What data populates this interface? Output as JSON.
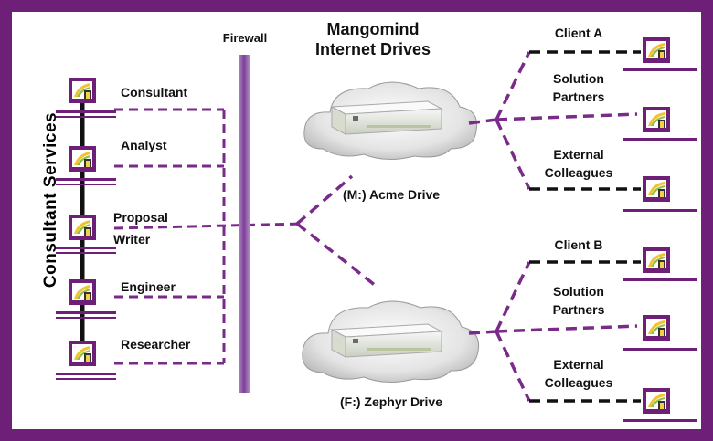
{
  "diagram": {
    "title_line1": "Mangomind",
    "title_line2": "Internet Drives",
    "vertical_title": "Consultant Services",
    "firewall_label": "Firewall",
    "roles": [
      "Consultant",
      "Analyst",
      "Proposal",
      "Writer",
      "Engineer",
      "Researcher"
    ],
    "drive_m_label": "(M:) Acme Drive",
    "drive_f_label": "(F:) Zephyr Drive",
    "group_a": {
      "client": "Client A",
      "partners_line1": "Solution",
      "partners_line2": "Partners",
      "colleagues_line1": "External",
      "colleagues_line2": "Colleagues"
    },
    "group_b": {
      "client": "Client B",
      "partners_line1": "Solution",
      "partners_line2": "Partners",
      "colleagues_line1": "External",
      "colleagues_line2": "Colleagues"
    }
  },
  "colors": {
    "frame": "#6e1f78",
    "purple_link": "#7a2b8a",
    "black_link": "#111111",
    "firewall": "#8b5fa3",
    "monitor_bezel": "#6e1f78",
    "monitor_screen": "#f2d04a",
    "cloud": "#ececec"
  },
  "icons": [
    "computer-icon",
    "cloud-icon",
    "server-icon",
    "firewall-bar"
  ]
}
